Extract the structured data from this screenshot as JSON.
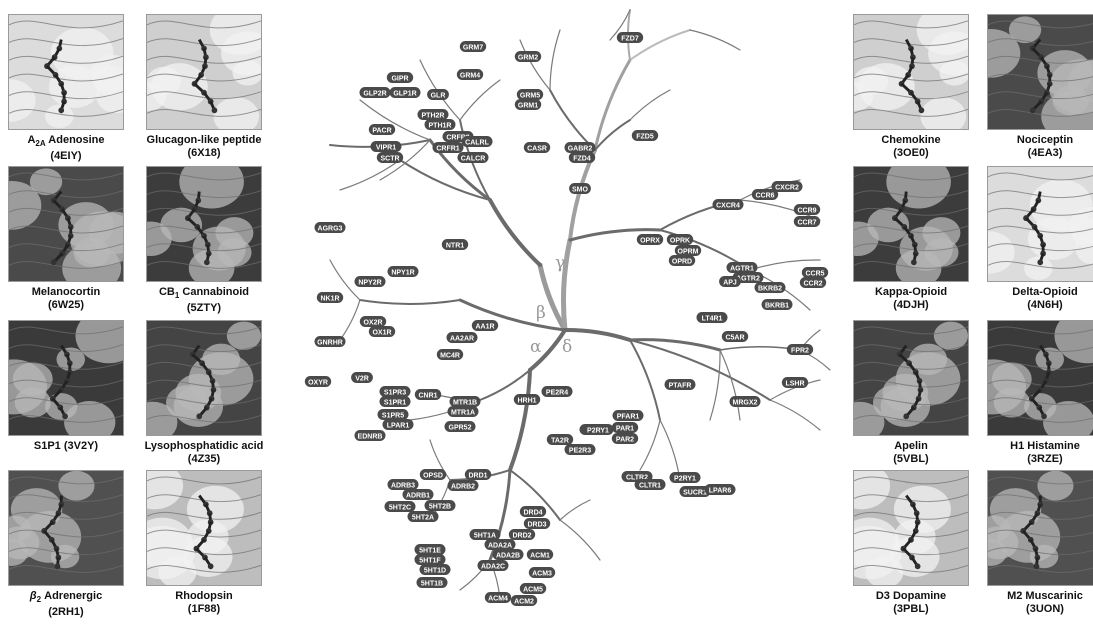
{
  "left_panels": [
    {
      "name": "A",
      "sub": "2A",
      "rest": " Adenosine",
      "code": "(4EIY)",
      "style": 1
    },
    {
      "name": "Glucagon-like peptide",
      "code": "(6X18)",
      "style": 2
    },
    {
      "name": "Melanocortin",
      "code": "(6W25)",
      "style": 3
    },
    {
      "name": "CB",
      "sub": "1",
      "rest": " Cannabinoid",
      "code": "(5ZTY)",
      "style": 4
    },
    {
      "name": "S1P1 (3V2Y)",
      "code": "",
      "style": 5
    },
    {
      "name": "Lysophosphatidic acid",
      "code": "(4Z35)",
      "style": 6
    },
    {
      "name": "β",
      "sub": "2",
      "rest": " Adrenergic",
      "code": "(2RH1)",
      "style": 7
    },
    {
      "name": "Rhodopsin",
      "code": "(1F88)",
      "style": 8
    }
  ],
  "right_panels": [
    {
      "name": "Chemokine",
      "code": "(3OE0)",
      "style": 2
    },
    {
      "name": "Nociceptin",
      "code": "(4EA3)",
      "style": 3
    },
    {
      "name": "Kappa-Opioid",
      "code": "(4DJH)",
      "style": 4
    },
    {
      "name": "Delta-Opioid",
      "code": "(4N6H)",
      "style": 1
    },
    {
      "name": "Apelin",
      "code": "(5VBL)",
      "style": 6
    },
    {
      "name": "H1 Histamine",
      "code": "(3RZE)",
      "style": 5
    },
    {
      "name": "D3 Dopamine",
      "code": "(3PBL)",
      "style": 8
    },
    {
      "name": "M2 Muscarinic",
      "code": "(3UON)",
      "style": 7
    }
  ],
  "tree": {
    "greek": [
      "α",
      "β",
      "γ",
      "δ"
    ],
    "labels": [
      {
        "t": "GRM7"
      },
      {
        "t": "GRM2"
      },
      {
        "t": "GRM4"
      },
      {
        "t": "GRM5"
      },
      {
        "t": "GRM1"
      },
      {
        "t": "GIPR"
      },
      {
        "t": "GLP2R"
      },
      {
        "t": "GLP1R"
      },
      {
        "t": "GLR"
      },
      {
        "t": "PTH2R"
      },
      {
        "t": "PTH1R"
      },
      {
        "t": "CRFR2"
      },
      {
        "t": "CRFR1"
      },
      {
        "t": "CALRL"
      },
      {
        "t": "PACR"
      },
      {
        "t": "VIPR1"
      },
      {
        "t": "SCTR"
      },
      {
        "t": "CALCR"
      },
      {
        "t": "CASR"
      },
      {
        "t": "GABR2"
      },
      {
        "t": "FZD4"
      },
      {
        "t": "FZD7"
      },
      {
        "t": "FZD5"
      },
      {
        "t": "SMO"
      },
      {
        "t": "AGRG3"
      },
      {
        "t": "NTR1"
      },
      {
        "t": "NPY1R"
      },
      {
        "t": "NPY2R"
      },
      {
        "t": "NK1R"
      },
      {
        "t": "OX2R"
      },
      {
        "t": "OX1R"
      },
      {
        "t": "GNRHR"
      },
      {
        "t": "MC4R"
      },
      {
        "t": "AA1R"
      },
      {
        "t": "AA2AR"
      },
      {
        "t": "OXYR"
      },
      {
        "t": "V2R"
      },
      {
        "t": "S1PR3"
      },
      {
        "t": "S1PR1"
      },
      {
        "t": "S1PR5"
      },
      {
        "t": "LPAR1"
      },
      {
        "t": "EDNRB"
      },
      {
        "t": "CNR1"
      },
      {
        "t": "MTR1B"
      },
      {
        "t": "MTR1A"
      },
      {
        "t": "GPR52"
      },
      {
        "t": "HRH1"
      },
      {
        "t": "PE2R4"
      },
      {
        "t": "OPSD"
      },
      {
        "t": "ADRB1"
      },
      {
        "t": "ADRB3"
      },
      {
        "t": "DRD1"
      },
      {
        "t": "ADRB2"
      },
      {
        "t": "5HT2C"
      },
      {
        "t": "5HT2B"
      },
      {
        "t": "5HT2A"
      },
      {
        "t": "DRD4"
      },
      {
        "t": "DRD3"
      },
      {
        "t": "DRD2"
      },
      {
        "t": "5HT1A"
      },
      {
        "t": "ADA2A"
      },
      {
        "t": "ADA2B"
      },
      {
        "t": "ADA2C"
      },
      {
        "t": "5HT1E"
      },
      {
        "t": "5HT1F"
      },
      {
        "t": "5HT1D"
      },
      {
        "t": "5HT1B"
      },
      {
        "t": "ACM1"
      },
      {
        "t": "ACM3"
      },
      {
        "t": "ACM5"
      },
      {
        "t": "ACM4"
      },
      {
        "t": "ACM2"
      },
      {
        "t": "P2Y12"
      },
      {
        "t": "P2RY1"
      },
      {
        "t": "TA2R"
      },
      {
        "t": "PE2R3"
      },
      {
        "t": "PAR1"
      },
      {
        "t": "PAR2"
      },
      {
        "t": "PFAR1"
      },
      {
        "t": "PTAFR"
      },
      {
        "t": "CLTR2"
      },
      {
        "t": "CLTR1"
      },
      {
        "t": "P2RY1"
      },
      {
        "t": "SUCR1"
      },
      {
        "t": "LPAR6"
      },
      {
        "t": "CXCR2"
      },
      {
        "t": "CCR6"
      },
      {
        "t": "CXCR4"
      },
      {
        "t": "CCR9"
      },
      {
        "t": "CCR7"
      },
      {
        "t": "OPRX"
      },
      {
        "t": "OPRK"
      },
      {
        "t": "OPRM"
      },
      {
        "t": "OPRD"
      },
      {
        "t": "AGTR1"
      },
      {
        "t": "AGTR2"
      },
      {
        "t": "CCR5"
      },
      {
        "t": "CCR2"
      },
      {
        "t": "BKRB2"
      },
      {
        "t": "BKRB1"
      },
      {
        "t": "APJ"
      },
      {
        "t": "LT4R1"
      },
      {
        "t": "C5AR"
      },
      {
        "t": "FPR2"
      },
      {
        "t": "LSHR"
      },
      {
        "t": "MRGX2"
      }
    ]
  }
}
